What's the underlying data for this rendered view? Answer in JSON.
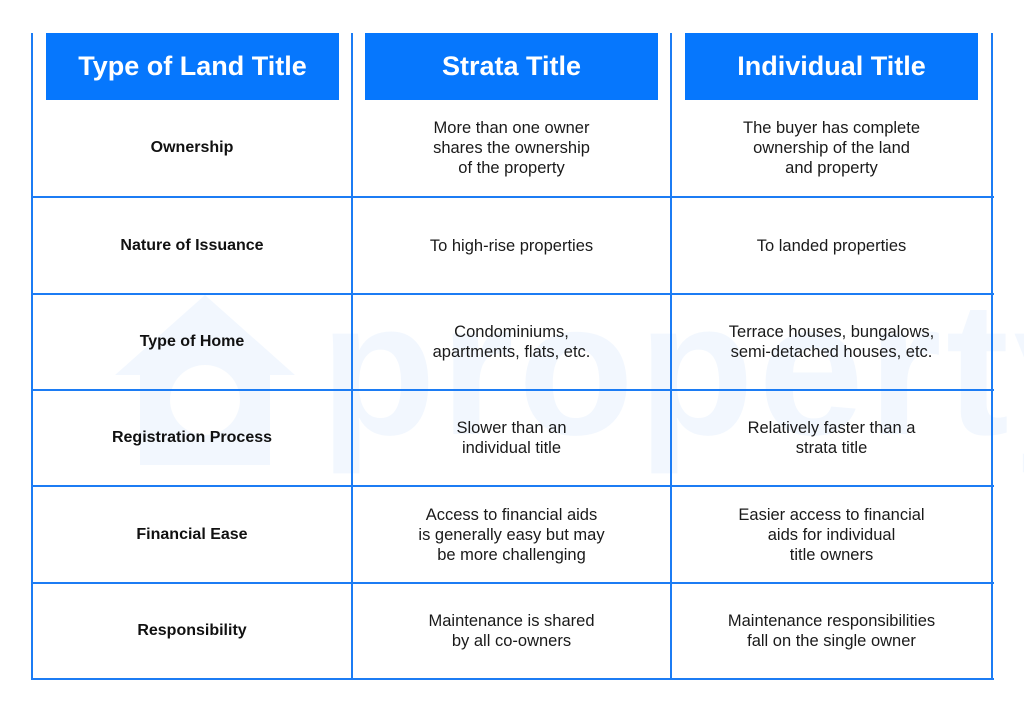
{
  "watermark": {
    "text": "property",
    "icon": "house-logo-icon"
  },
  "colors": {
    "accent": "#0677fd",
    "grid": "#1c7cf4",
    "header_text": "#ffffff"
  },
  "headers": [
    "Type of Land Title",
    "Strata Title",
    "Individual Title"
  ],
  "rows": [
    {
      "label": "Ownership",
      "strata": "More than one owner\nshares the ownership\nof the property",
      "individual": "The buyer has complete\nownership of the land\nand property"
    },
    {
      "label": "Nature of Issuance",
      "strata": "To high-rise properties",
      "individual": "To landed properties"
    },
    {
      "label": "Type of Home",
      "strata": "Condominiums,\napartments, flats, etc.",
      "individual": "Terrace houses, bungalows,\nsemi-detached houses, etc."
    },
    {
      "label": "Registration Process",
      "strata": "Slower than an\nindividual title",
      "individual": "Relatively faster than a\nstrata title"
    },
    {
      "label": "Financial Ease",
      "strata": "Access to financial aids\nis generally easy but may\nbe more challenging",
      "individual": "Easier access to financial\naids for individual\ntitle owners"
    },
    {
      "label": "Responsibility",
      "strata": "Maintenance is shared\nby all co-owners",
      "individual": "Maintenance responsibilities\nfall on the single owner"
    }
  ]
}
